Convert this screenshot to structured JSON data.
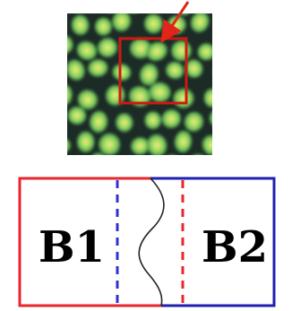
{
  "pattern_panel": {
    "description_icon": "voronoi-cell-texture",
    "colors": {
      "background": "#1c2b25",
      "cell_core": "#f2f07a",
      "cell_mid": "#8fd45e",
      "cell_edge": "#2e7d4a",
      "highlight_box": "#cc1a12",
      "arrow": "#e0261a"
    }
  },
  "boundary_diagram": {
    "left_label": "B1",
    "right_label": "B2",
    "colors": {
      "left_box": "#e8262d",
      "right_box": "#1f1fb0",
      "left_dash": "#3030d0",
      "right_dash": "#e8262d",
      "interface_curve": "#222222",
      "label_text": "#000000"
    }
  }
}
